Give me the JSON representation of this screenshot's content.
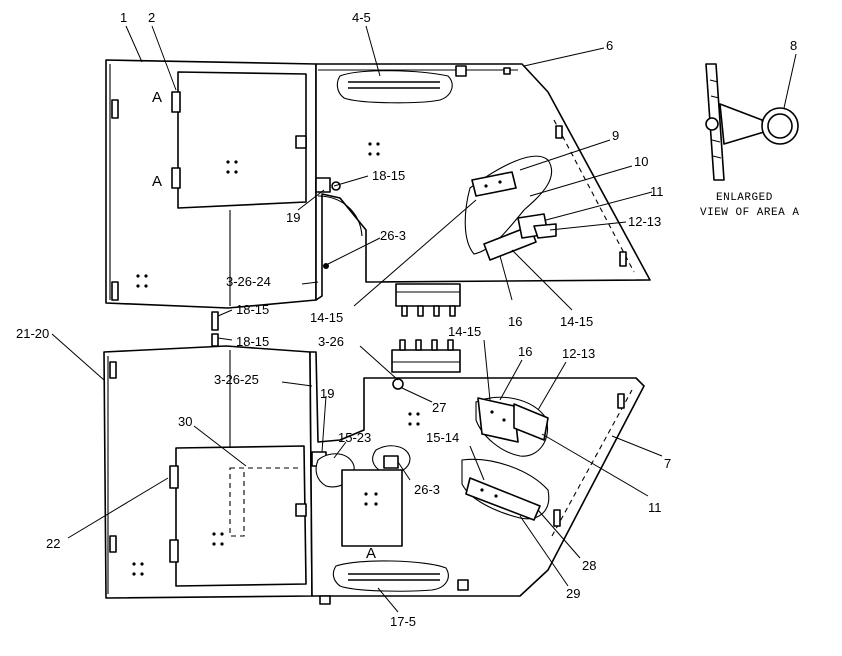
{
  "callouts": {
    "c1": "1",
    "c2": "2",
    "c4_5": "4-5",
    "c6": "6",
    "c8": "8",
    "c9": "9",
    "c10": "10",
    "c11_top": "11",
    "c12_13_top": "12-13",
    "c18_15_a": "18-15",
    "c19_top": "19",
    "c26_3_top": "26-3",
    "c3_26_24": "3-26-24",
    "c18_15_b": "18-15",
    "c14_15_left": "14-15",
    "c16_top": "16",
    "c14_15_right": "14-15",
    "c21_20": "21-20",
    "c18_15_c": "18-15",
    "c3_26": "3-26",
    "c14_15_mid": "14-15",
    "c16_bottom": "16",
    "c12_13_bottom": "12-13",
    "c3_26_25": "3-26-25",
    "c19_bottom": "19",
    "c27": "27",
    "c15_23": "15-23",
    "c15_14": "15-14",
    "c30": "30",
    "c7": "7",
    "c26_3_bottom": "26-3",
    "c11_bottom": "11",
    "c22": "22",
    "c28": "28",
    "c29": "29",
    "c17_5": "17-5"
  },
  "area_marks": {
    "a1": "A",
    "a2": "A",
    "a3": "A"
  },
  "caption": {
    "line1": "ENLARGED",
    "line2": "VIEW OF AREA A"
  }
}
